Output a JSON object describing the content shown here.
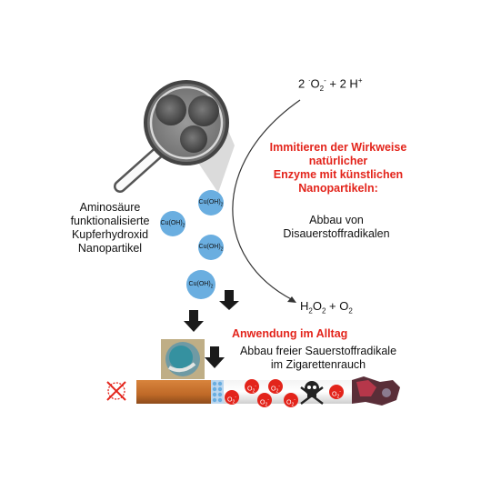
{
  "left_label": [
    "Aminosäure",
    "funktionalisierte",
    "Kupferhydroxid",
    "Nanopartikel"
  ],
  "particle_label": "Cu(OH)",
  "particle_subscript": "2",
  "reaction_top": {
    "main": "2 ",
    "sup1": "·",
    "o": "O",
    "sub": "2",
    "sup2": "-",
    "rest": " + 2 H",
    "sup3": "+"
  },
  "reaction_bottom": {
    "h": "H",
    "sub1": "2",
    "o": "O",
    "sub2": "2",
    "rest": " + O",
    "sub3": "2"
  },
  "headline": [
    "Immitieren der Wirkweise",
    "natürlicher",
    "Enzyme mit künstlichen",
    "Nanopartikeln:"
  ],
  "process": [
    "Abbau von",
    "Disauerstoffradikalen"
  ],
  "application_title": "Anwendung im Alltag",
  "application_desc": [
    "Abbau freier Sauerstoffradikale",
    "im Zigarettenrauch"
  ],
  "radical_label": {
    "o": "O",
    "sub": "2",
    "sup": "-"
  },
  "colors": {
    "accent_red": "#e3241b",
    "particle_blue": "#6aaee0",
    "filter_orange": "#c9722f"
  },
  "icons": [
    "magnifier-icon",
    "skull-icon",
    "crossed-radical-icon",
    "down-arrow-icon"
  ]
}
